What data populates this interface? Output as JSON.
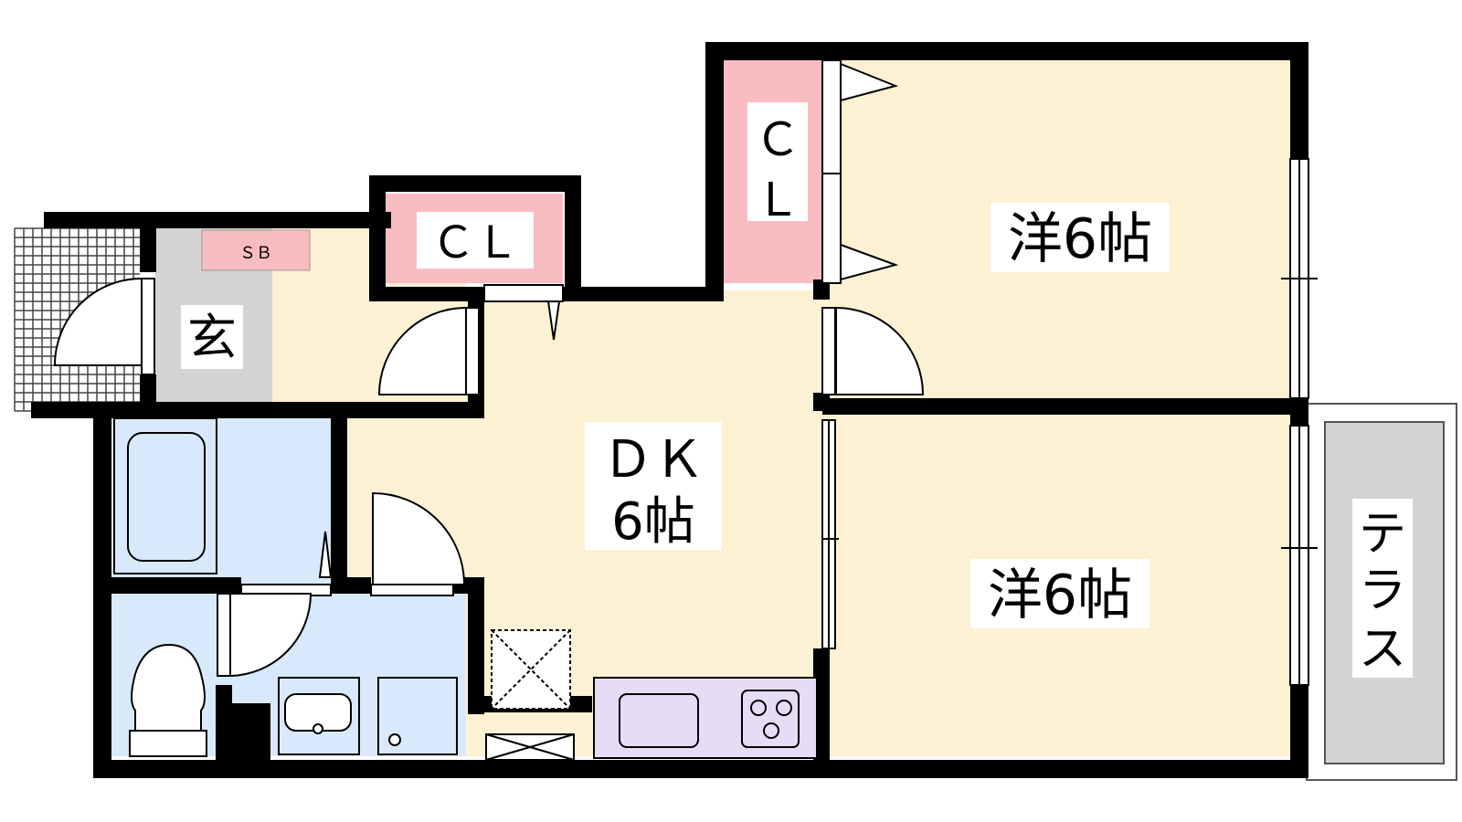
{
  "labels": {
    "entrance": "玄",
    "shoe_box": "ＳＢ",
    "closet_small": "ＣＬ",
    "closet_tall_line1": "Ｃ",
    "closet_tall_line2": "Ｌ",
    "dk_line1": "ＤＫ",
    "dk_line2": "6帖",
    "bedroom_top": "洋6帖",
    "bedroom_bottom": "洋6帖",
    "terrace_line1": "テ",
    "terrace_line2": "ラ",
    "terrace_line3": "ス"
  },
  "colors": {
    "wall": "#000000",
    "room_floor": "#fdf1d3",
    "closet": "#f9bcc0",
    "wet_area": "#d8e9fb",
    "kitchen": "#e6dcf5",
    "entrance_floor": "#d4d4d4",
    "terrace": "#d4d4d4"
  }
}
